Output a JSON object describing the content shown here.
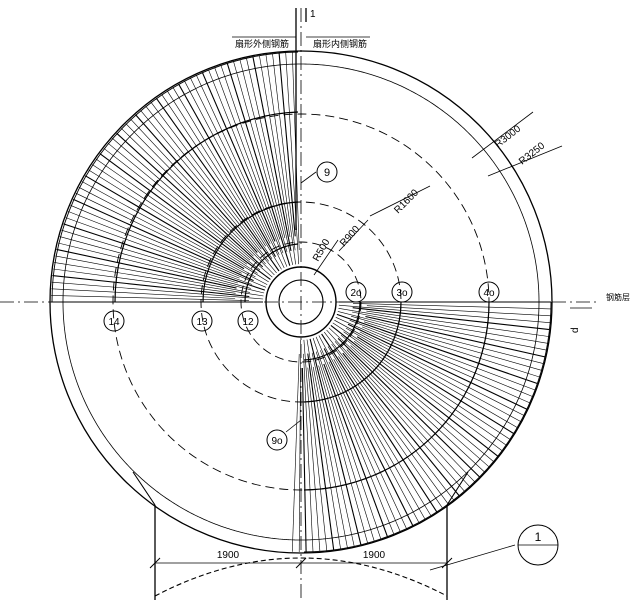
{
  "section_mark": "1",
  "labels": {
    "left_note": "扇形外侧钢筋",
    "right_note": "扇形内侧钢筋",
    "axis_note": "钢筋层",
    "dim_d": "d"
  },
  "radii_labels": {
    "r3000": "R3000",
    "r3250": "R3250",
    "r1600": "R1600",
    "r900": "R900",
    "r500": "R500"
  },
  "bubbles": {
    "b9": "9",
    "b9o": "9o",
    "b14": "14",
    "b13": "13",
    "b12": "12",
    "b2o": "2o",
    "b3o": "3o",
    "b4o": "4o",
    "detail": "1"
  },
  "dimensions": {
    "left_width": "1900",
    "right_width": "1900"
  }
}
